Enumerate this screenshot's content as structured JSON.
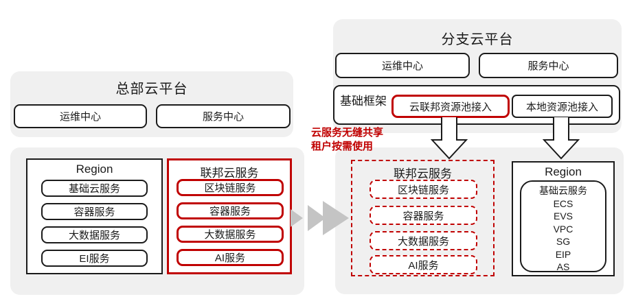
{
  "colors": {
    "panel_bg": "#f0f0f0",
    "accent_red": "#c00000",
    "border_black": "#1a1a1a",
    "arrow_gray": "#c4c4c4"
  },
  "hq_platform": {
    "title": "总部云平台",
    "ops_center": "运维中心",
    "service_center": "服务中心"
  },
  "hq_services": {
    "region": {
      "title": "Region",
      "items": [
        "基础云服务",
        "容器服务",
        "大数据服务",
        "EI服务"
      ]
    },
    "federation": {
      "title": "联邦云服务",
      "items": [
        "区块链服务",
        "容器服务",
        "大数据服务",
        "AI服务"
      ]
    }
  },
  "branch_platform": {
    "title": "分支云平台",
    "ops_center": "运维中心",
    "service_center": "服务中心",
    "framework": {
      "label": "基础框架",
      "cloud_federation_access": "云联邦资源池接入",
      "local_pool_access": "本地资源池接入"
    }
  },
  "annotation": {
    "line1": "云服务无缝共享",
    "line2": "租户按需使用"
  },
  "branch_services": {
    "federation": {
      "title": "联邦云服务",
      "items": [
        "区块链服务",
        "容器服务",
        "大数据服务",
        "AI服务"
      ]
    },
    "region": {
      "title": "Region",
      "services": [
        "基础云服务",
        "ECS",
        "EVS",
        "VPC",
        "SG",
        "EIP",
        "AS"
      ]
    }
  }
}
